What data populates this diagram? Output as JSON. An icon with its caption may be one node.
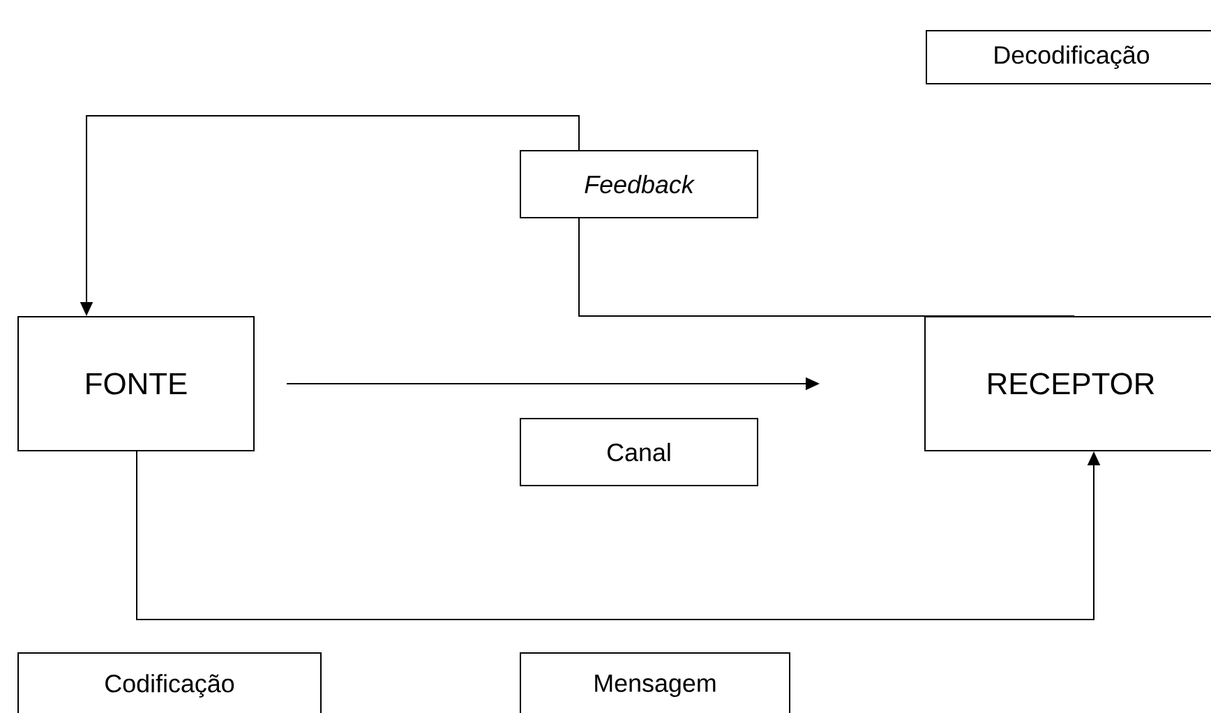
{
  "diagram": {
    "nodes": [
      {
        "text": [
          "Decodificação"
        ]
      },
      {
        "text": [
          "Feedback"
        ]
      },
      {
        "text": [
          "FONTE"
        ]
      },
      {
        "text": [
          "RECEPTOR"
        ]
      },
      {
        "text": [
          "Canal"
        ]
      },
      {
        "text": [
          "Codificação"
        ]
      },
      {
        "text": [
          "Mensagem"
        ]
      }
    ],
    "edges": [
      {
        "from": 3,
        "to": 1,
        "arrow": "none"
      },
      {
        "from": 1,
        "to": 2,
        "arrow": "to"
      },
      {
        "from": 2,
        "to": 3,
        "arrow": "to"
      }
    ]
  }
}
